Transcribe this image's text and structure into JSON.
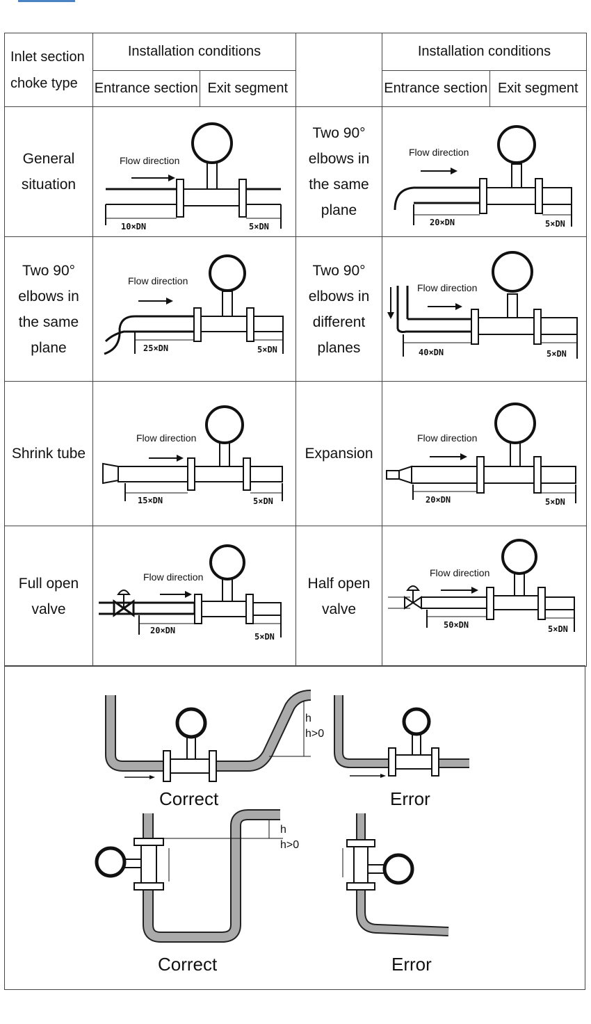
{
  "header": {
    "choke_type": "Inlet section choke type",
    "installation_left": "Installation conditions",
    "installation_right": "Installation conditions",
    "entrance_left": "Entrance section",
    "exit_left": "Exit segment",
    "entrance_right": "Entrance section",
    "exit_right": "Exit segment"
  },
  "rows": [
    {
      "left_label": [
        "General",
        "situation"
      ],
      "left_up": "10×DN",
      "left_down": "5×DN",
      "right_label": [
        "Two 90°",
        "elbows in",
        "the same",
        "plane"
      ],
      "right_up": "20×DN",
      "right_down": "5×DN"
    },
    {
      "left_label": [
        "Two 90°",
        "elbows in",
        "the same",
        "plane"
      ],
      "left_up": "25×DN",
      "left_down": "5×DN",
      "right_label": [
        "Two 90°",
        "elbows in",
        "different",
        "planes"
      ],
      "right_up": "40×DN",
      "right_down": "5×DN"
    },
    {
      "left_label": [
        "Shrink tube"
      ],
      "left_up": "15×DN",
      "left_down": "5×DN",
      "right_label": [
        "Expansion"
      ],
      "right_up": "20×DN",
      "right_down": "5×DN"
    },
    {
      "left_label": [
        "Full open",
        "valve"
      ],
      "left_up": "20×DN",
      "left_down": "5×DN",
      "right_label": [
        "Half open",
        "valve"
      ],
      "right_up": "50×DN",
      "right_down": "5×DN"
    }
  ],
  "flow_direction": "Flow direction",
  "bottom": {
    "captions": [
      "Correct",
      "Error",
      "Correct",
      "Error"
    ],
    "h": "h",
    "h_cond": "h>0"
  },
  "colors": {
    "border": "#444444",
    "pipe_fill": "#aaaaaa",
    "accent": "#4a84c4"
  }
}
